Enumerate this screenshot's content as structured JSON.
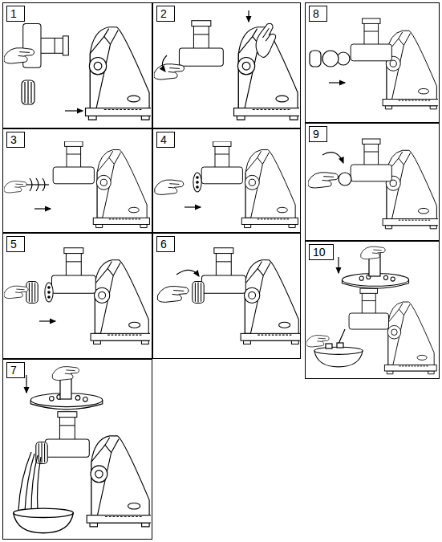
{
  "diagram": {
    "nodes": [
      {
        "text": [
          "1"
        ]
      },
      {
        "text": [
          "2"
        ]
      },
      {
        "text": [
          "3"
        ]
      },
      {
        "text": [
          "4"
        ]
      },
      {
        "text": [
          "5"
        ]
      },
      {
        "text": [
          "6"
        ]
      },
      {
        "text": [
          "7"
        ]
      },
      {
        "text": [
          "8"
        ]
      },
      {
        "text": [
          "9"
        ]
      },
      {
        "text": [
          "10"
        ]
      }
    ]
  }
}
